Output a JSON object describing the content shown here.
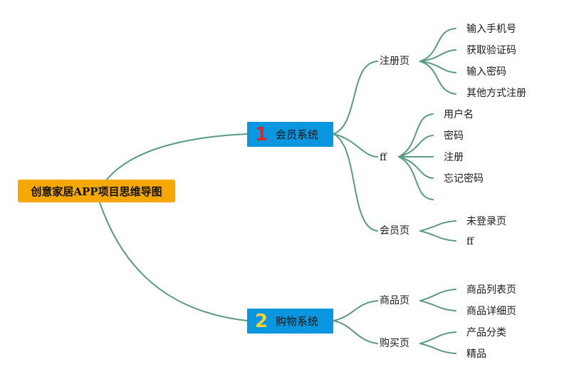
{
  "title": "创意家居APP项目思维导图",
  "branches": [
    {
      "number": "1",
      "label": "会员系统",
      "children": [
        {
          "label": "注册页",
          "children": [
            "输入手机号",
            "获取验证码",
            "输入密码",
            "其他方式注册"
          ]
        },
        {
          "label": "ff",
          "children": [
            "用户名",
            "密码",
            "注册",
            "忘记密码",
            ""
          ]
        },
        {
          "label": "会员页",
          "children": [
            "未登录页",
            "ff"
          ]
        }
      ]
    },
    {
      "number": "2",
      "label": "购物系统",
      "children": [
        {
          "label": "商品页",
          "children": [
            "商品列表页",
            "商品详细页"
          ]
        },
        {
          "label": "购买页",
          "children": [
            "产品分类",
            "精品"
          ]
        }
      ]
    }
  ],
  "colors": {
    "root_fill": "#f7a800",
    "branch_fill": "#0a97e0",
    "connector": "#5b9a7e",
    "number_1": "#e0262a",
    "number_2": "#f5d23a"
  }
}
